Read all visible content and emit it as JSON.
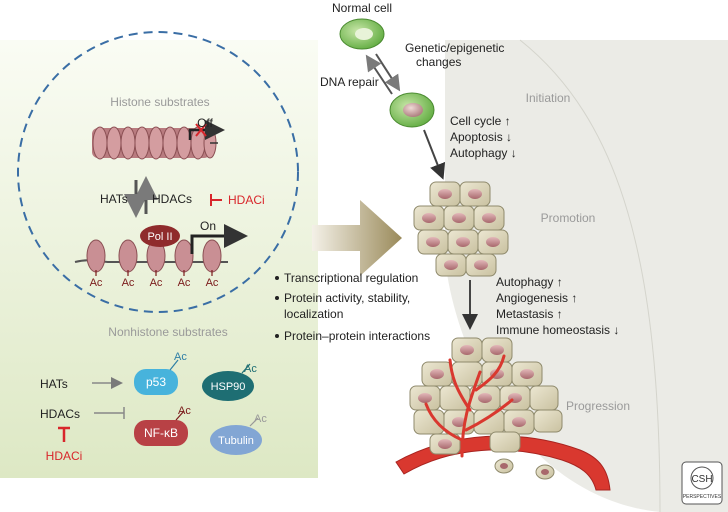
{
  "left_panel": {
    "histone_title": "Histone substrates",
    "off_label": "Off",
    "on_label": "On",
    "hats": "HATs",
    "hdacs": "HDACs",
    "hdaci": "HDACi",
    "pol_ii": "Pol II",
    "ac_mark": "Ac",
    "nonhistone_title": "Nonhistone substrates",
    "hats2": "HATs",
    "hdacs2": "HDACs",
    "hdaci2": "HDACi",
    "proteins": {
      "p53": "p53",
      "hsp90": "HSP90",
      "nfkb": "NF-κB",
      "tubulin": "Tubulin"
    }
  },
  "functions": [
    "Transcriptional regulation",
    "Protein activity, stability,",
    "localization",
    "Protein–protein interactions"
  ],
  "right_panel": {
    "normal_cell": "Normal cell",
    "genetic_changes": [
      "Genetic/epigenetic",
      "changes"
    ],
    "dna_repair": "DNA repair",
    "stages": {
      "initiation": "Initiation",
      "promotion": "Promotion",
      "progression": "Progression"
    },
    "initiation_effects": [
      "Cell cycle ↑",
      "Apoptosis ↓",
      "Autophagy ↓"
    ],
    "promotion_effects": [
      "Autophagy ↑",
      "Angiogenesis ↑",
      "Metastasis ↑",
      "Immune homeostasis ↓"
    ]
  },
  "logo": {
    "text": "CSH",
    "subtext": "PERSPECTIVES"
  },
  "colors": {
    "panel_bg": "#eef3df",
    "nucleosome": "#c98f94",
    "dark_red": "#8f2b2c",
    "hdaci_red": "#d8262b",
    "cell_green": "#7cbf5a",
    "cell_tan": "#ddd6bd",
    "vessel_red": "#d9382f",
    "p53_blue": "#47b3dc",
    "hsp90_teal": "#1e6e73"
  }
}
